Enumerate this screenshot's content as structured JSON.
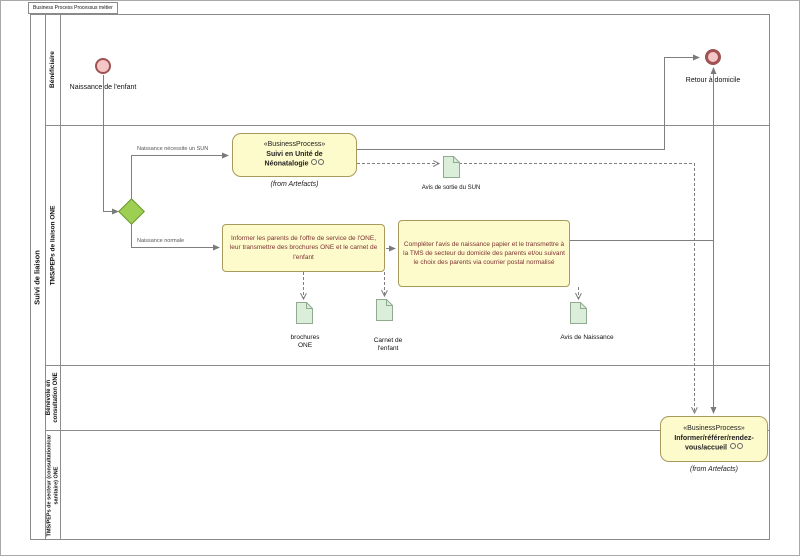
{
  "tab_title": "Business Process Processus métier",
  "pool_label": "Suivi de liaison",
  "lanes": [
    {
      "label": "Bénéficiaire"
    },
    {
      "label": "TMS/PEPs de liaison ONE"
    },
    {
      "label": "Bénévole en consultation ONE"
    },
    {
      "label": "TMS/PEPs de secteur (consultation/car sanitaire) ONE"
    }
  ],
  "start_event": {
    "label": "Naissance de l'enfant"
  },
  "end_event": {
    "label": "Retour à domicile"
  },
  "flow_labels": {
    "sun": "Naissance nécessite un SUN",
    "normal": "Naissance normale"
  },
  "tasks": {
    "sun": {
      "stereotype": "«BusinessProcess»",
      "name": "Suivi en Unité de Néonatalogie",
      "origin": "(from Artefacts)"
    },
    "informer": {
      "name": "Informer les parents de l'offre de service de l'ONE, leur transmettre des brochures ONE et le carnet de l'enfant"
    },
    "completer": {
      "name": "Compléter l'avis de naissance papier et le transmettre à la TMS de secteur du domicile des parents et/ou suivant le choix des parents via courrier postal normalisé"
    },
    "accueil": {
      "stereotype": "«BusinessProcess»",
      "name": "Informer/référer/rendez-vous/accueil",
      "origin": "(from Artefacts)"
    }
  },
  "documents": {
    "sortie_sun": {
      "label": "Avis de sortie du SUN"
    },
    "brochures": {
      "label": "brochures ONE"
    },
    "carnet": {
      "label": "Carnet de l'enfant"
    },
    "avis_naissance": {
      "label": "Avis de Naissance"
    }
  },
  "colors": {
    "task_fill": "#fdfacb",
    "task_border": "#a89a5c",
    "event_fill": "#f5c6c6",
    "event_border": "#a05252",
    "gateway_fill": "#9ccf52",
    "gateway_border": "#6a9434",
    "doc_fill": "#daeeda",
    "doc_border": "#90ab90",
    "connector": "#7f7f7f"
  }
}
